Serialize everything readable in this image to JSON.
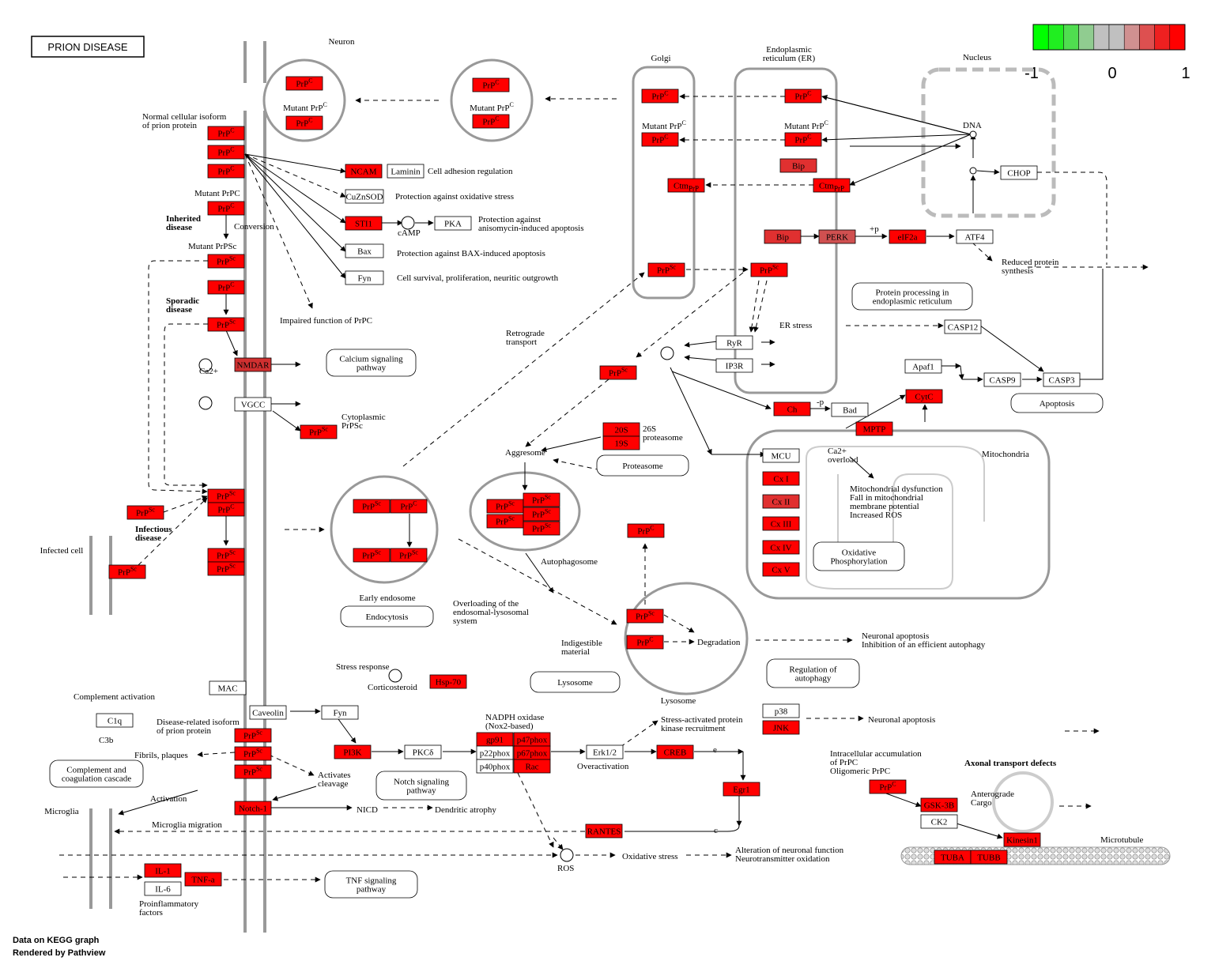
{
  "title": "PRION DISEASE",
  "colors": {
    "up": "#ff0000",
    "up_mid": "#d94040",
    "plain": "#ffffff",
    "membrane": "#999999"
  },
  "legend": {
    "min": "-1",
    "mid": "0",
    "max": "1",
    "colors": [
      "#00ff00",
      "#20ee20",
      "#50dd50",
      "#90cc90",
      "#c0c0c0",
      "#c0c0c0",
      "#d09090",
      "#dd5050",
      "#ee2020",
      "#ff0000"
    ]
  },
  "footer": [
    "Data on KEGG graph",
    "Rendered by Pathview"
  ],
  "compartments": [
    "Neuron",
    "Golgi",
    "Endoplasmic\nreticulum (ER)",
    "Nucleus",
    "Mitochondria",
    "Early endosome",
    "Lysosome",
    "Microglia",
    "Infected cell",
    "Autophagosome"
  ],
  "genes": [
    {
      "id": "prp-neuron-1",
      "label": "PrPC",
      "color": "#ff0000"
    },
    {
      "id": "prp-neuron-2",
      "label": "PrPC",
      "color": "#ff0000"
    },
    {
      "id": "prp-vesicle-1",
      "label": "PrPC",
      "color": "#ff0000"
    },
    {
      "id": "prp-vesicle-2",
      "label": "PrPC",
      "color": "#ff0000"
    },
    {
      "id": "prp-golgi-1",
      "label": "PrPC",
      "color": "#ff0000"
    },
    {
      "id": "prp-golgi-2",
      "label": "PrPC",
      "color": "#ff0000"
    },
    {
      "id": "ctm-golgi",
      "label": "CtmPrP",
      "color": "#ff0000"
    },
    {
      "id": "prpsc-golgi",
      "label": "PrPSc",
      "color": "#ff0000"
    },
    {
      "id": "prp-er-1",
      "label": "PrPC",
      "color": "#ff0000"
    },
    {
      "id": "prp-er-2",
      "label": "PrPC",
      "color": "#ff0000"
    },
    {
      "id": "bip-1",
      "label": "Bip",
      "color": "#e03030"
    },
    {
      "id": "ctm-er",
      "label": "CtmPrP",
      "color": "#ff0000"
    },
    {
      "id": "bip-2",
      "label": "Bip",
      "color": "#e03030"
    },
    {
      "id": "perk",
      "label": "PERK",
      "color": "#d05050"
    },
    {
      "id": "eif2a",
      "label": "eIF2a",
      "color": "#ff0000"
    },
    {
      "id": "prpsc-er",
      "label": "PrPSc",
      "color": "#ff0000"
    },
    {
      "id": "ncam",
      "label": "NCAM",
      "color": "#ff0000"
    },
    {
      "id": "sti1",
      "label": "STI1",
      "color": "#ff0000"
    },
    {
      "id": "nmdar",
      "label": "NMDAR",
      "color": "#d03030"
    },
    {
      "id": "prp-mem-1",
      "label": "PrPC",
      "color": "#ff0000"
    },
    {
      "id": "prp-mem-2",
      "label": "PrPC",
      "color": "#ff0000"
    },
    {
      "id": "prp-mem-3",
      "label": "PrPC",
      "color": "#ff0000"
    },
    {
      "id": "prp-mem-4",
      "label": "PrPC",
      "color": "#ff0000"
    },
    {
      "id": "prpsc-mem-1",
      "label": "PrPSc",
      "color": "#ff0000"
    },
    {
      "id": "prp-mem-5",
      "label": "PrPC",
      "color": "#ff0000"
    },
    {
      "id": "prpsc-mem-2",
      "label": "PrPSc",
      "color": "#ff0000"
    },
    {
      "id": "prpsc-mem-3",
      "label": "PrPSc",
      "color": "#ff0000"
    },
    {
      "id": "prp-mem-6",
      "label": "PrPC",
      "color": "#ff0000"
    },
    {
      "id": "prpsc-mem-4",
      "label": "PrPSc",
      "color": "#ff0000"
    },
    {
      "id": "prpsc-mem-5",
      "label": "PrPSc",
      "color": "#ff0000"
    },
    {
      "id": "prpsc-cyto-1",
      "label": "PrPSc",
      "color": "#ff0000"
    },
    {
      "id": "prpsc-infect-1",
      "label": "PrPSc",
      "color": "#ff0000"
    },
    {
      "id": "prpsc-infect-2",
      "label": "PrPSc",
      "color": "#ff0000"
    },
    {
      "id": "prpsc-cyto-2",
      "label": "PrPSc",
      "color": "#ff0000"
    },
    {
      "id": "p20s",
      "label": "20S",
      "color": "#ff0000"
    },
    {
      "id": "p19s",
      "label": "19S",
      "color": "#ff0000"
    },
    {
      "id": "prpsc-endo-1",
      "label": "PrPSc",
      "color": "#ff0000"
    },
    {
      "id": "prp-endo",
      "label": "PrPC",
      "color": "#ff0000"
    },
    {
      "id": "prp-endo-2",
      "label": "PrPSc",
      "color": "#ff0000"
    },
    {
      "id": "prpsc-endo-3",
      "label": "PrPSc",
      "color": "#ff0000"
    },
    {
      "id": "agg-1",
      "label": "PrPSc",
      "color": "#ff0000"
    },
    {
      "id": "agg-2",
      "label": "PrPSc",
      "color": "#ff0000"
    },
    {
      "id": "agg-3",
      "label": "PrPSc",
      "color": "#ff0000"
    },
    {
      "id": "agg-4",
      "label": "PrPSc",
      "color": "#ff0000"
    },
    {
      "id": "agg-5",
      "label": "PrPSc",
      "color": "#ff0000"
    },
    {
      "id": "prpc-cyto-3",
      "label": "PrPC",
      "color": "#ff0000"
    },
    {
      "id": "prpsc-lys",
      "label": "PrPSc",
      "color": "#ff0000"
    },
    {
      "id": "prpc-lys",
      "label": "PrPC",
      "color": "#ff0000"
    },
    {
      "id": "hsp70",
      "label": "Hsp-70",
      "color": "#ff0000"
    },
    {
      "id": "prpsc-mg-1",
      "label": "PrPSc",
      "color": "#ff0000"
    },
    {
      "id": "prpsc-mg-2",
      "label": "PrPSc",
      "color": "#ff0000"
    },
    {
      "id": "prpsc-mg-3",
      "label": "PrPSc",
      "color": "#ff0000"
    },
    {
      "id": "notch1",
      "label": "Notch-1",
      "color": "#ff0000"
    },
    {
      "id": "pi3k",
      "label": "PI3K",
      "color": "#ff0000"
    },
    {
      "id": "gp91",
      "label": "gp91",
      "color": "#ff0000"
    },
    {
      "id": "p47phox",
      "label": "p47phox",
      "color": "#ff0000"
    },
    {
      "id": "p67phox",
      "label": "p67phox",
      "color": "#ff0000"
    },
    {
      "id": "rac",
      "label": "Rac",
      "color": "#ff0000"
    },
    {
      "id": "creb",
      "label": "CREB",
      "color": "#ff0000"
    },
    {
      "id": "egr1",
      "label": "Egr1",
      "color": "#ff0000"
    },
    {
      "id": "rantes",
      "label": "RANTES",
      "color": "#ff0000"
    },
    {
      "id": "il1",
      "label": "IL-1",
      "color": "#ff0000"
    },
    {
      "id": "tnfa",
      "label": "TNF-a",
      "color": "#ff0000"
    },
    {
      "id": "jnk",
      "label": "JNK",
      "color": "#ff0000"
    },
    {
      "id": "ch",
      "label": "Ch",
      "color": "#ff0000"
    },
    {
      "id": "cytc",
      "label": "CytC",
      "color": "#ff0000"
    },
    {
      "id": "mptp",
      "label": "MPTP",
      "color": "#ff0000"
    },
    {
      "id": "cx1",
      "label": "Cx I",
      "color": "#ff0000"
    },
    {
      "id": "cx2",
      "label": "Cx II",
      "color": "#e03030"
    },
    {
      "id": "cx3",
      "label": "Cx III",
      "color": "#ff0000"
    },
    {
      "id": "cx4",
      "label": "Cx IV",
      "color": "#ff0000"
    },
    {
      "id": "cx5",
      "label": "Cx V",
      "color": "#ff0000"
    },
    {
      "id": "prp-oligo",
      "label": "PrPC",
      "color": "#ff0000"
    },
    {
      "id": "gsk3b",
      "label": "GSK-3B",
      "color": "#ff0000"
    },
    {
      "id": "kinesin",
      "label": "Kinesin1",
      "color": "#ff0000"
    },
    {
      "id": "tuba",
      "label": "TUBA",
      "color": "#ff0000"
    },
    {
      "id": "tubb",
      "label": "TUBB",
      "color": "#ff0000"
    }
  ],
  "white_nodes": [
    "Laminin",
    "CuZnSOD",
    "PKA",
    "Bax",
    "Fyn",
    "VGCC",
    "RyR",
    "IP3R",
    "CASP12",
    "Apaf1",
    "CASP9",
    "CASP3",
    "Bad",
    "MCU",
    "CHOP",
    "ATF4",
    "MAC",
    "C1q",
    "Caveolin",
    "Fyn",
    "PKCδ",
    "p22phox",
    "p40phox",
    "Erk1/2",
    "p38",
    "IL-6",
    "CK2"
  ],
  "pathway_links": [
    "Calcium signaling\npathway",
    "Protein processing in\nendoplasmic reticulum",
    "Apoptosis",
    "Proteasome",
    "Endocytosis",
    "Lysosome",
    "Regulation of\nautophagy",
    "Oxidative\nPhosphorylation",
    "Complement and\ncoagulation cascade",
    "Notch signaling\npathway",
    "TNF signaling\npathway"
  ],
  "labels": [
    "Normal cellular isoform\nof prion protein",
    "Mutant PrPC",
    "Inherited\ndisease",
    "Conversion",
    "Mutant PrPSc",
    "Sporadic\ndisease",
    "Cell adhesion regulation",
    "Protection against oxidative stress",
    "Protection against\nanisomycin-induced apoptosis",
    "cAMP",
    "Protection against BAX-induced apoptosis",
    "Cell survival, proliferation, neuritic outgrowth",
    "Impaired function of PrPC",
    "Ca2+",
    "Cytoplasmic\nPrPSc",
    "Infectious\ndisease",
    "Retrograde\ntransport",
    "26S\nproteasome",
    "Aggresome",
    "Overloading of the\nendosomal-lysosomal\nsystem",
    "Indigestible\nmaterial",
    "Degradation",
    "Neuronal apoptosis\nInhibition of an efficient autophagy",
    "Stress response",
    "Corticosteroid",
    "Complement activation",
    "C3b",
    "Disease-related isoform\nof prion protein",
    "Fibrils, plaques",
    "Activates\ncleavage",
    "NICD",
    "Dendritic atrophy",
    "Activation",
    "Microglia migration",
    "NADPH oxidase\n(Nox2-based)",
    "Overactivation",
    "Stress-activated protein\nkinase recruitment",
    "Neuronal apoptosis",
    "ROS",
    "Oxidative stress",
    "Alteration of neuronal function\nNeurotransmitter oxidation",
    "Proinflammatory\nfactors",
    "ER stress",
    "Reduced protein\nsynthesis",
    "+p",
    "-p",
    "Ca2+\noverload",
    "Mitochondrial dysfunction\nFall in mitochondrial\nmembrane potential\nIncreased ROS",
    "Intracellular accumulation\nof PrPC\nOligomeric PrPC",
    "Axonal transport defects",
    "Anterograde\nCargo",
    "Microtubule",
    "DNA",
    "e",
    "c"
  ]
}
